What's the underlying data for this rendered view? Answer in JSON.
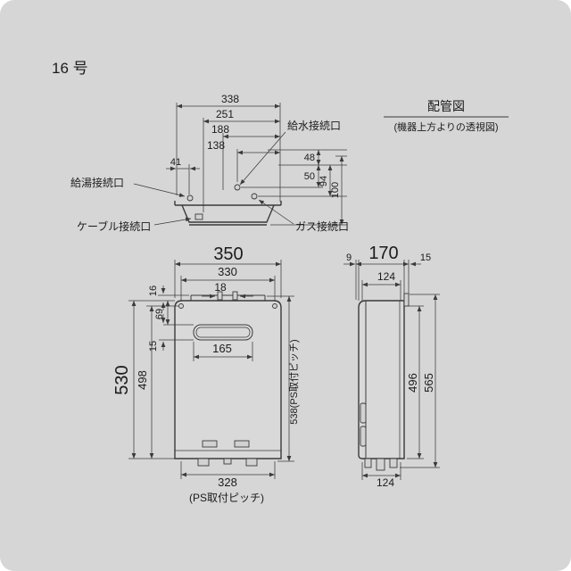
{
  "colors": {
    "background": "#d6d6d6",
    "line": "#3a3a3a",
    "text": "#1b1b1b"
  },
  "header": {
    "model": "16 号"
  },
  "piping": {
    "title": "配管図",
    "subtitle": "(機器上方よりの透視図)",
    "connections": {
      "water": "給水接続口",
      "hot_water": "給湯接続口",
      "cable": "ケーブル接続口",
      "gas": "ガス接続口"
    },
    "dims": {
      "d338": "338",
      "d251": "251",
      "d188": "188",
      "d138": "138",
      "d41": "41",
      "d48": "48",
      "d50": "50",
      "d94": "94",
      "d100": "100"
    }
  },
  "front": {
    "dims": {
      "d350": "350",
      "d330": "330",
      "d18": "18",
      "d16": "16",
      "d69": "69",
      "d15": "15",
      "d165": "165",
      "d530": "530",
      "d498": "498",
      "d538": "538(PS取付ピッチ)",
      "d328": "328",
      "pitch_note": "(PS取付ピッチ)"
    }
  },
  "side": {
    "dims": {
      "d170": "170",
      "d9": "9",
      "d15": "15",
      "d124_top": "124",
      "d496": "496",
      "d565": "565",
      "d124_bottom": "124"
    }
  }
}
